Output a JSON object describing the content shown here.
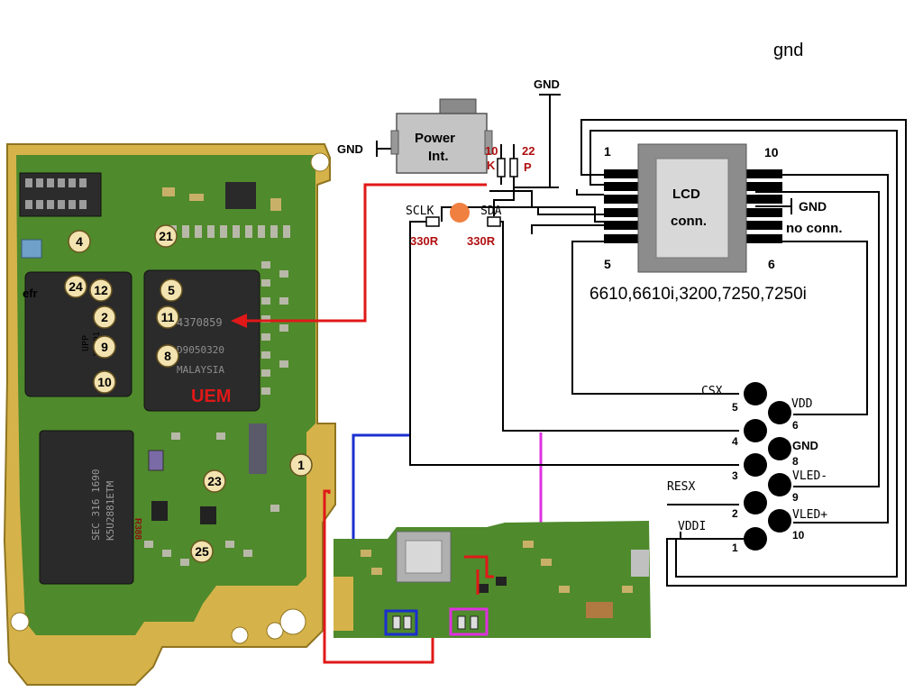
{
  "top_label": "gnd",
  "power": {
    "label_line1": "Power",
    "label_line2": "Int.",
    "gnd_left": "GND",
    "gnd_top": "GND",
    "res_10k_a": "10",
    "res_10k_b": "K",
    "cap_22p_a": "22",
    "cap_22p_b": "P"
  },
  "bus": {
    "sclk": "SCLK",
    "sda": "SDA",
    "r_sclk": "330R",
    "r_sda": "330R"
  },
  "lcd": {
    "title_line1": "LCD",
    "title_line2": "conn.",
    "pin1": "1",
    "pin10": "10",
    "pin5": "5",
    "pin6": "6",
    "gnd": "GND",
    "noconn": "no conn.",
    "models": "6610,6610i,3200,7250,7250i"
  },
  "connector_pins": {
    "csx": "CSX",
    "vdd": "VDD",
    "gnd": "GND",
    "vled_minus": "VLED-",
    "resx": "RESX",
    "vled_plus": "VLED+",
    "vddi": "VDDI",
    "n5": "5",
    "n6": "6",
    "n4": "4",
    "n8": "8",
    "n3": "3",
    "n9": "9",
    "n2": "2",
    "n10": "10",
    "n1": "1"
  },
  "pcb": {
    "efr": "efr",
    "uem": "UEM",
    "r388": "R388",
    "chip_left_text1": "UPP",
    "chip_left_text2": "V8301",
    "chip_right_text1": "4370859",
    "chip_right_text2": "D9050320",
    "chip_right_text3": "MALAYSIA",
    "mem_text1": "SEC 316 1690",
    "mem_text2": "K5U2881ETM",
    "markers": [
      "4",
      "21",
      "24",
      "12",
      "5",
      "2",
      "11",
      "9",
      "8",
      "10",
      "1",
      "23",
      "25"
    ]
  },
  "colors": {
    "pcb_green": "#4f8a2c",
    "pcb_gold": "#d9b84a",
    "wire_red": "#e01818",
    "wire_blue": "#1a2fd0",
    "wire_magenta": "#e030e0"
  }
}
